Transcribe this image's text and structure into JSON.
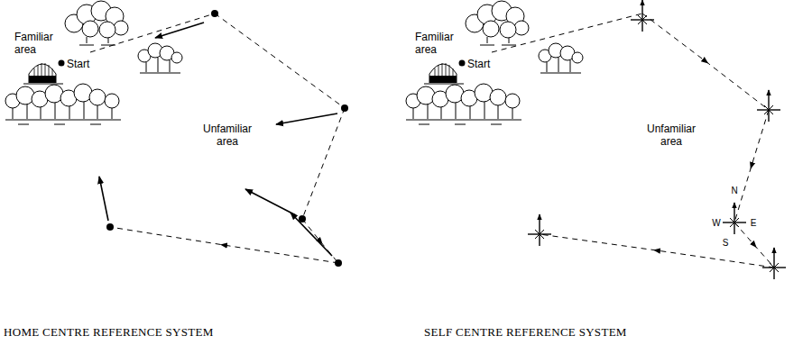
{
  "diagram": {
    "labels": [
      "Familiar area",
      "Start",
      "Unfamiliar area",
      "HOME CENTRE REFERENCE SYSTEM",
      "Familiar area",
      "Start",
      "Unfamiliar area",
      "N",
      "W",
      "E",
      "S",
      "SELF CENTRE REFERENCE SYSTEM"
    ]
  }
}
